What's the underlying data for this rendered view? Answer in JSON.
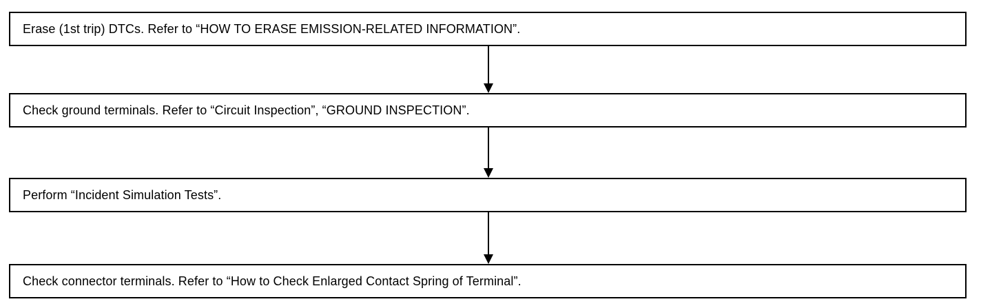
{
  "flowchart": {
    "steps": [
      {
        "text": "Erase (1st trip) DTCs. Refer to “HOW TO ERASE EMISSION-RELATED INFORMATION”."
      },
      {
        "text": "Check ground terminals. Refer to “Circuit Inspection”, “GROUND INSPECTION”."
      },
      {
        "text": "Perform “Incident Simulation Tests”."
      },
      {
        "text": "Check connector terminals. Refer to “How to Check Enlarged Contact Spring of Terminal”."
      }
    ]
  }
}
